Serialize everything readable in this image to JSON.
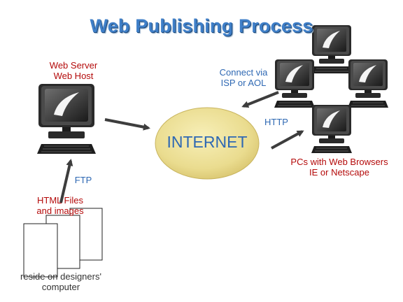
{
  "title": "Web Publishing Process",
  "server": {
    "line1": "Web Server",
    "line2": "Web Host"
  },
  "internet": {
    "label": "INTERNET"
  },
  "isp": {
    "line1": "Connect via",
    "line2": "ISP or AOL"
  },
  "http": {
    "label": "HTTP"
  },
  "ftp": {
    "label": "FTP"
  },
  "browsers": {
    "line1": "PCs with Web Browsers",
    "line2": "IE or Netscape"
  },
  "files": {
    "line1": "HTML Files",
    "line2": "and images"
  },
  "designers": {
    "line1": "reside on designers'",
    "line2": "computer"
  },
  "colors": {
    "title": "#3f7fc8",
    "red_text": "#b40a0a",
    "blue_text": "#2e68b3",
    "internet_fill": "#eadc8f"
  },
  "icons": {
    "computer": "computer-icon",
    "document": "document-icon",
    "arrow": "arrow-icon"
  }
}
